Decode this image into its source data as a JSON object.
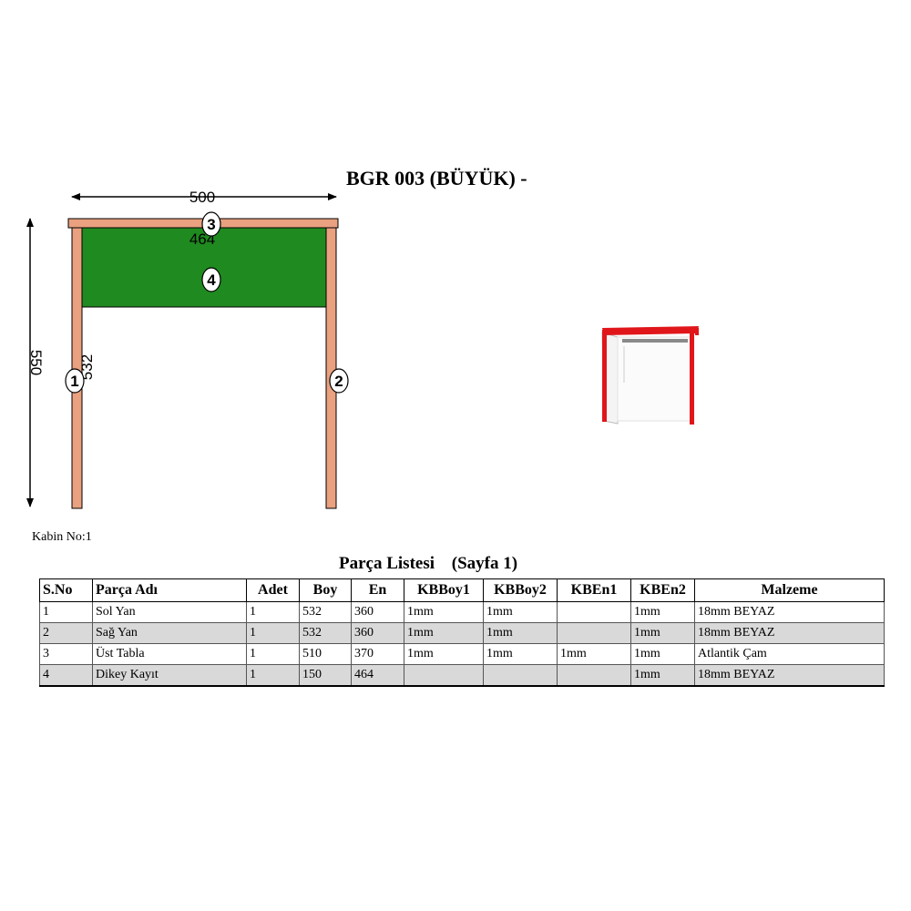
{
  "title": "BGR 003 (BÜYÜK) -",
  "drawing": {
    "width_label": "500",
    "height_label": "550",
    "side_height_label": "532",
    "rail_width_label": "464",
    "callouts": [
      "1",
      "2",
      "3",
      "4"
    ],
    "colors": {
      "side_panel": "#e9a17f",
      "top_panel": "#e9a17f",
      "rail_panel": "#1f8a1f",
      "outline": "#000000",
      "thumbnail_edge": "#e0161b"
    }
  },
  "cabin_no": "Kabin No:1",
  "parts_list": {
    "title": "Parça Listesi",
    "page": "(Sayfa 1)",
    "columns": [
      "S.No",
      "Parça Adı",
      "Adet",
      "Boy",
      "En",
      "KBBoy1",
      "KBBoy2",
      "KBEn1",
      "KBEn2",
      "Malzeme"
    ],
    "rows": [
      [
        "1",
        "Sol Yan",
        "1",
        "532",
        "360",
        "1mm",
        "1mm",
        "",
        "1mm",
        "18mm BEYAZ"
      ],
      [
        "2",
        "Sağ Yan",
        "1",
        "532",
        "360",
        "1mm",
        "1mm",
        "",
        "1mm",
        "18mm BEYAZ"
      ],
      [
        "3",
        "Üst Tabla",
        "1",
        "510",
        "370",
        "1mm",
        "1mm",
        "1mm",
        "1mm",
        "Atlantik Çam"
      ],
      [
        "4",
        "Dikey Kayıt",
        "1",
        "150",
        "464",
        "",
        "",
        "",
        "1mm",
        "18mm BEYAZ"
      ]
    ]
  }
}
